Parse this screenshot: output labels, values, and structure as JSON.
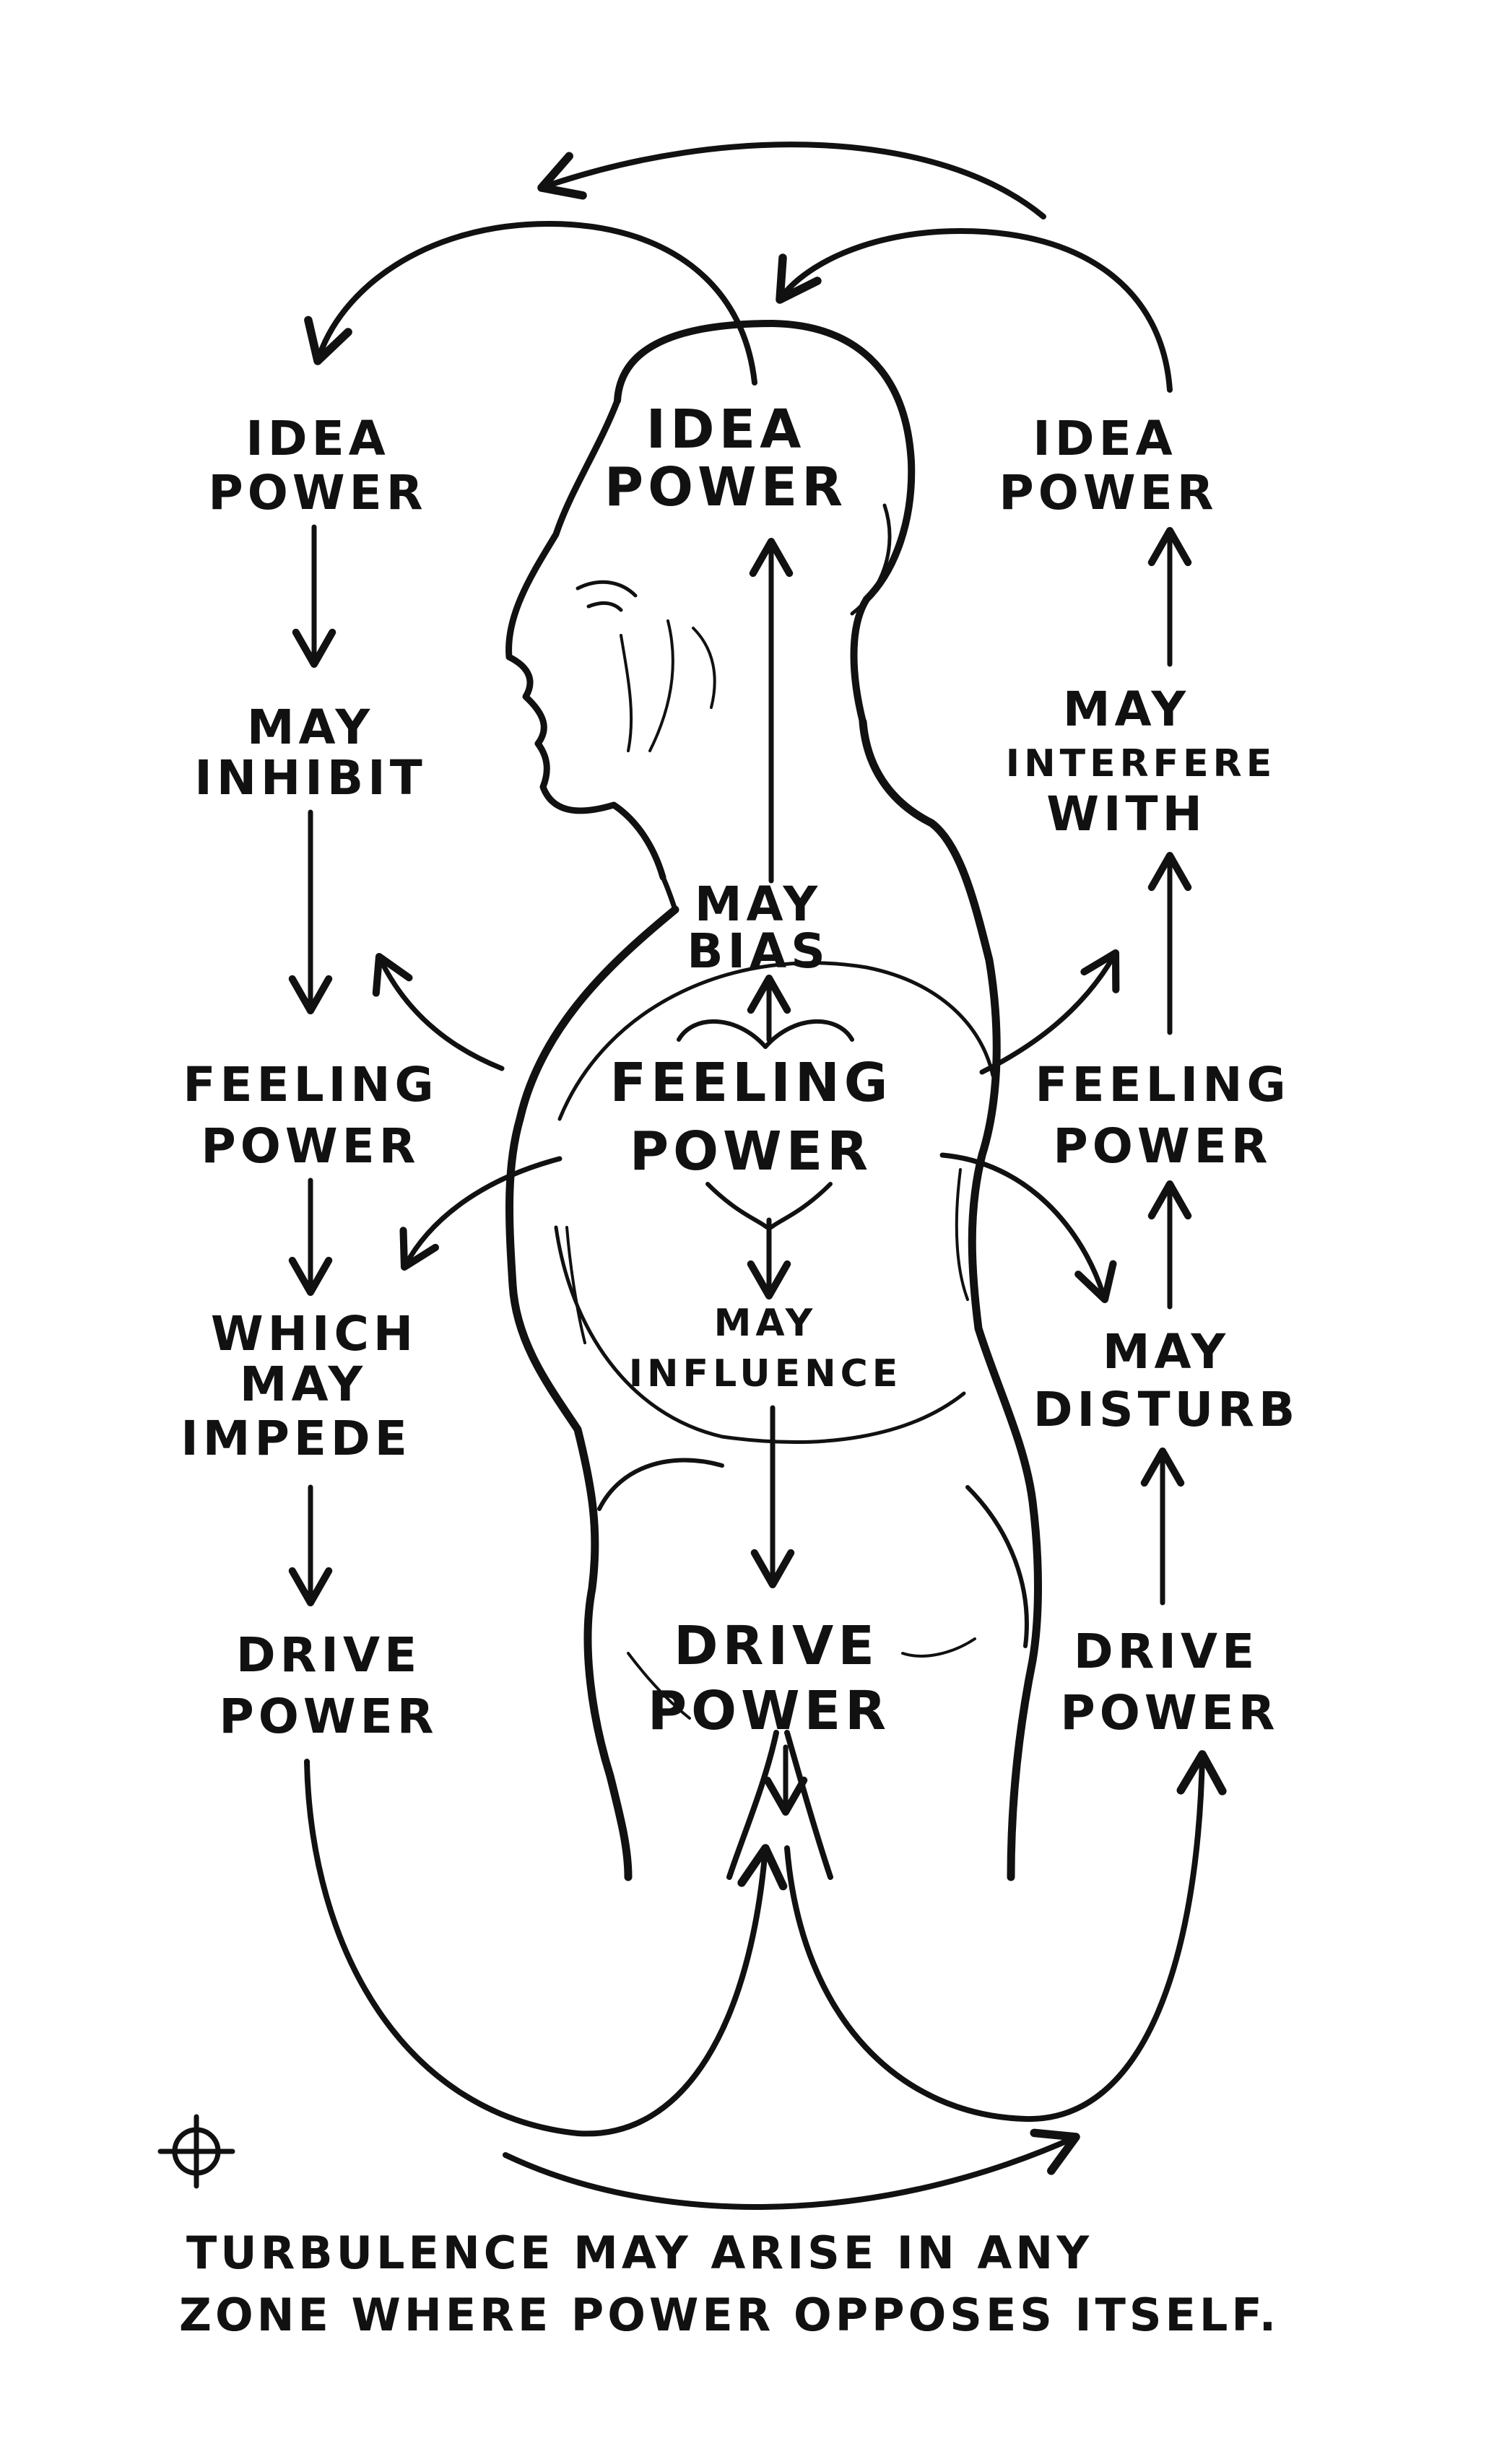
{
  "left_column": {
    "idea": [
      "IDEA",
      "POWER"
    ],
    "may_inhibit": [
      "MAY",
      "INHIBIT"
    ],
    "feeling": [
      "FEELING",
      "POWER"
    ],
    "which_may_impede": [
      "WHICH",
      "MAY",
      "IMPEDE"
    ],
    "drive": [
      "DRIVE",
      "POWER"
    ]
  },
  "center_column": {
    "idea": [
      "IDEA",
      "POWER"
    ],
    "may_bias": [
      "MAY",
      "BIAS"
    ],
    "feeling": [
      "FEELING",
      "POWER"
    ],
    "may_influence": [
      "MAY",
      "INFLUENCE"
    ],
    "drive": [
      "DRIVE",
      "POWER"
    ]
  },
  "right_column": {
    "idea": [
      "IDEA",
      "POWER"
    ],
    "may_interfere_with": [
      "MAY",
      "INTERFERE",
      "WITH"
    ],
    "feeling": [
      "FEELING",
      "POWER"
    ],
    "may_disturb": [
      "MAY",
      "DISTURB"
    ],
    "drive": [
      "DRIVE",
      "POWER"
    ]
  },
  "caption": [
    "TURBULENCE MAY ARISE IN ANY",
    "ZONE WHERE POWER OPPOSES ITSELF."
  ],
  "icons": [
    "crosshair-symbol"
  ],
  "colors": {
    "ink": "#111111",
    "paper": "#ffffff"
  }
}
